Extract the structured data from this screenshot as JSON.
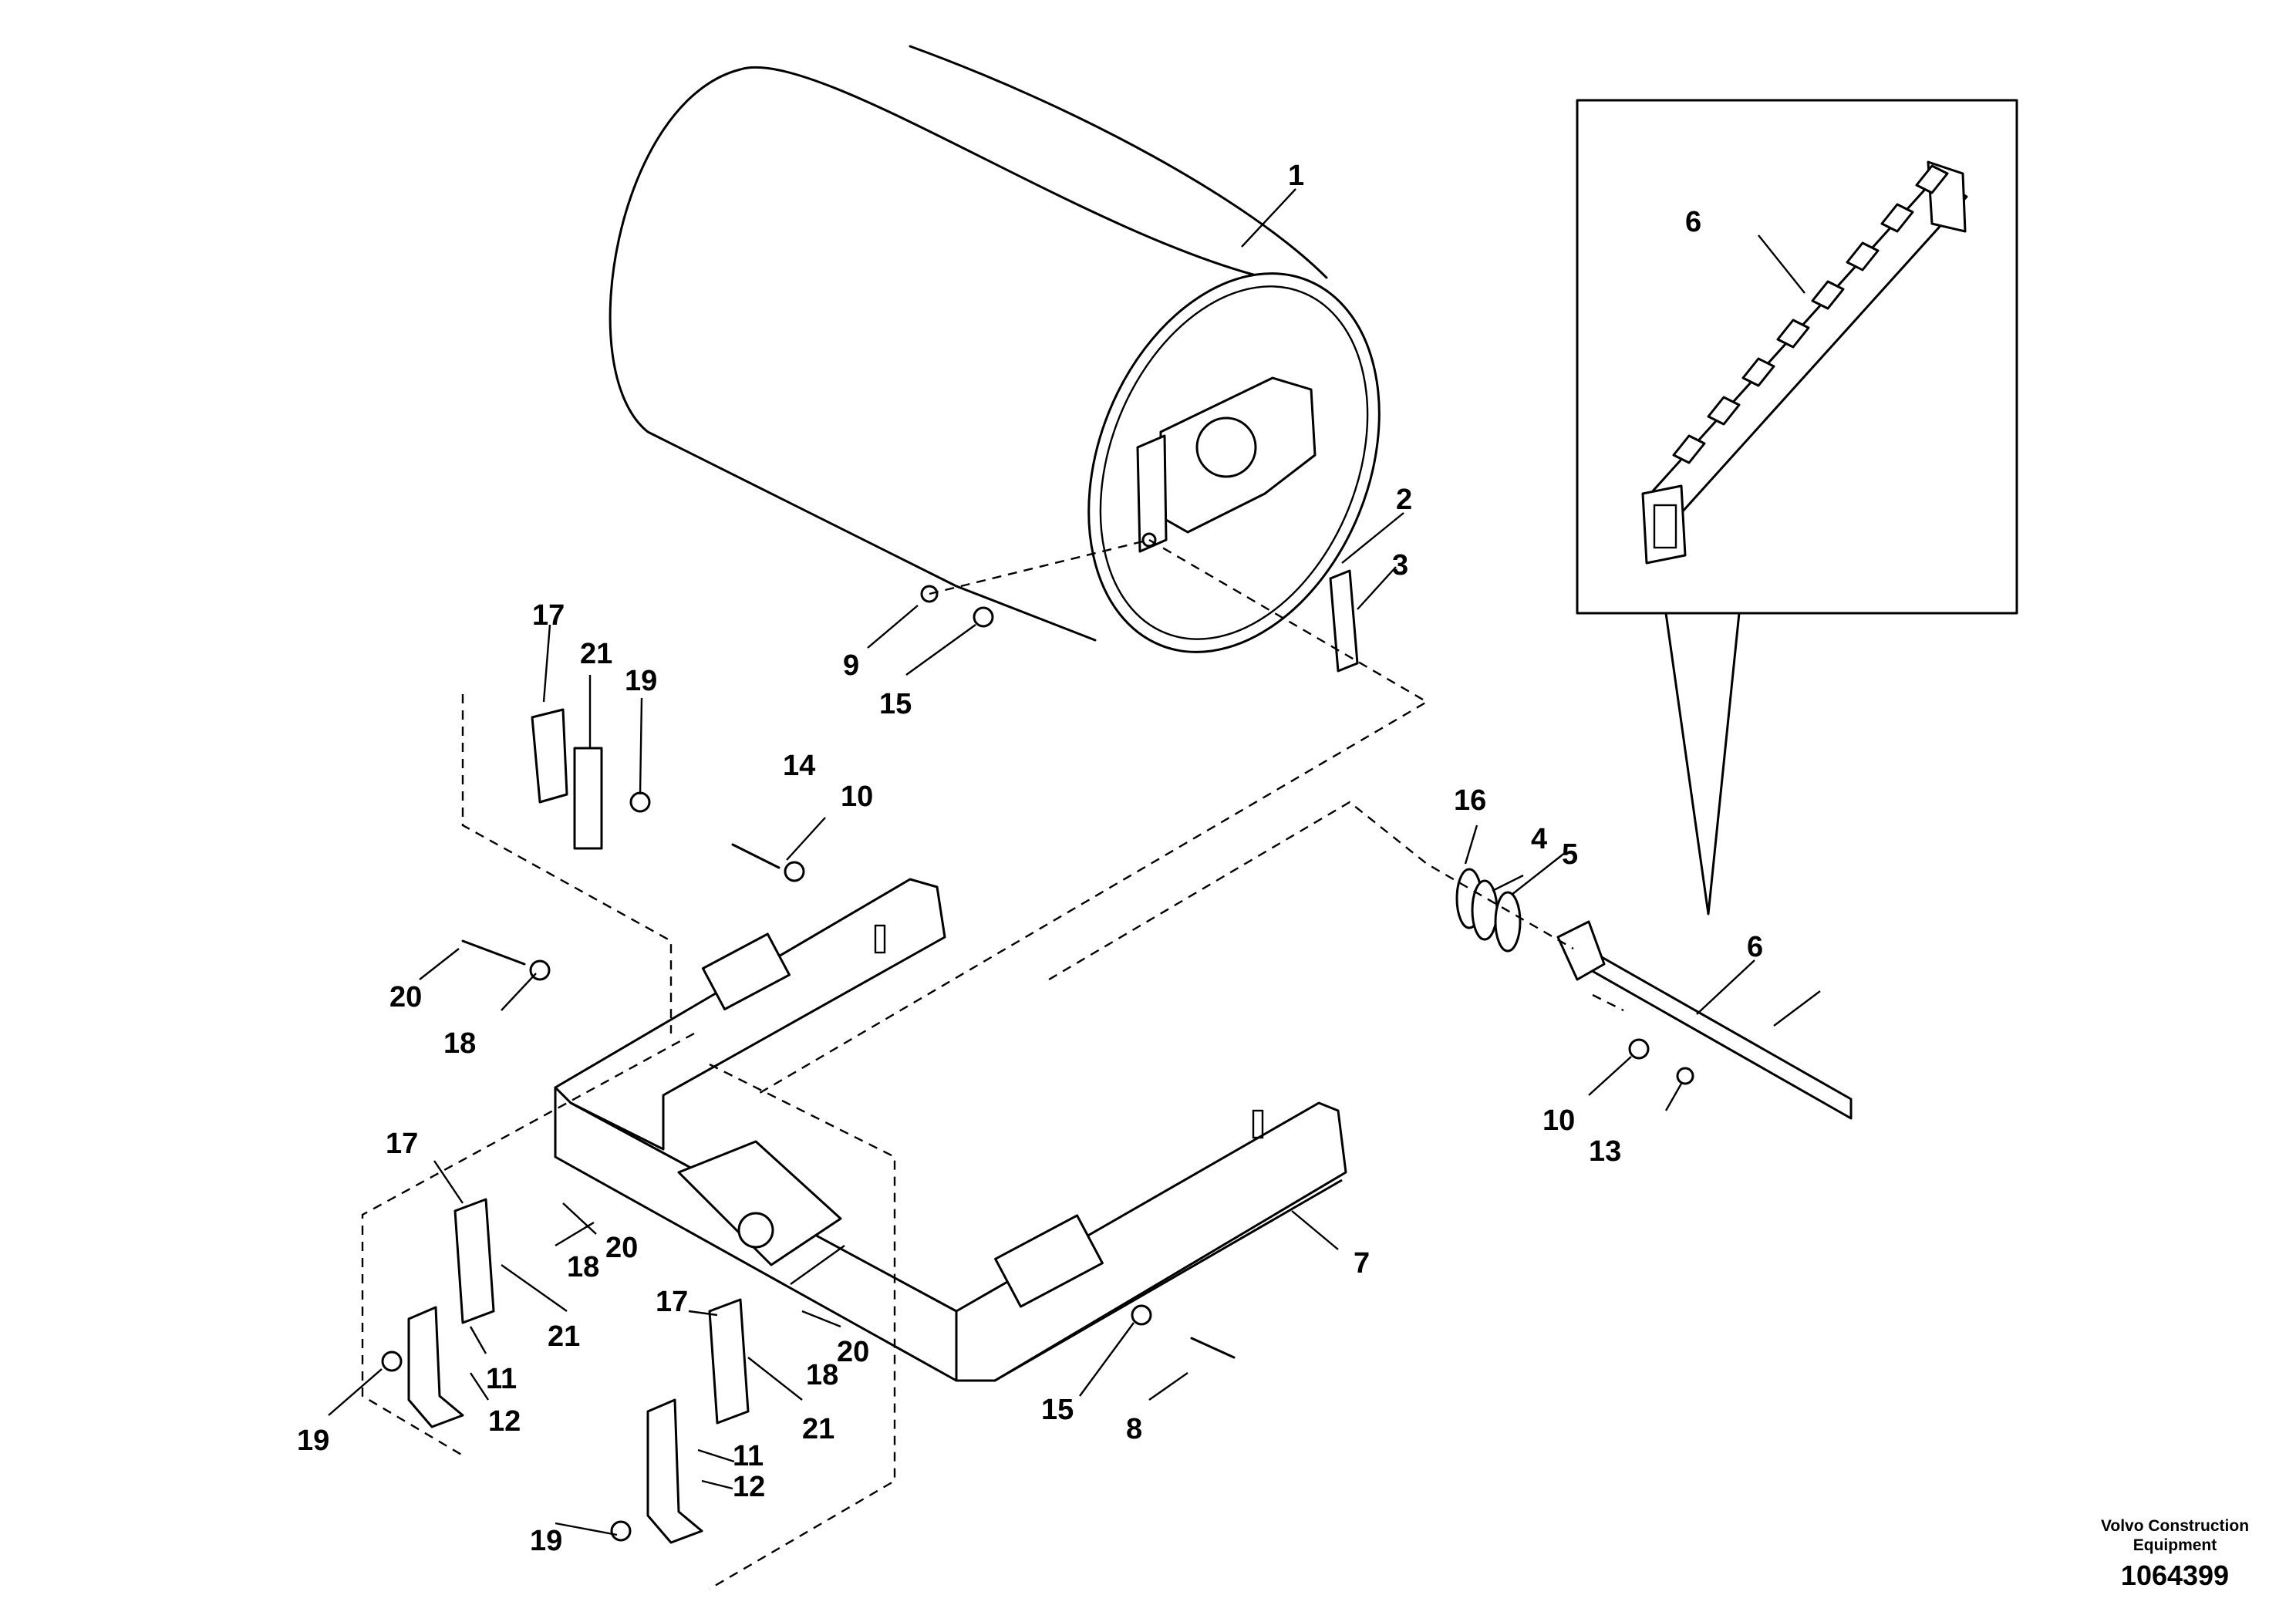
{
  "callouts": [
    {
      "id": "c1",
      "text": "1"
    },
    {
      "id": "c2",
      "text": "2"
    },
    {
      "id": "c3",
      "text": "3"
    },
    {
      "id": "c4",
      "text": "4"
    },
    {
      "id": "c5",
      "text": "5"
    },
    {
      "id": "c6a",
      "text": "6"
    },
    {
      "id": "c6b",
      "text": "6"
    },
    {
      "id": "c7",
      "text": "7"
    },
    {
      "id": "c8",
      "text": "8"
    },
    {
      "id": "c9",
      "text": "9"
    },
    {
      "id": "c10a",
      "text": "10"
    },
    {
      "id": "c10b",
      "text": "10"
    },
    {
      "id": "c11a",
      "text": "11"
    },
    {
      "id": "c11b",
      "text": "11"
    },
    {
      "id": "c12a",
      "text": "12"
    },
    {
      "id": "c12b",
      "text": "12"
    },
    {
      "id": "c13",
      "text": "13"
    },
    {
      "id": "c14",
      "text": "14"
    },
    {
      "id": "c15a",
      "text": "15"
    },
    {
      "id": "c15b",
      "text": "15"
    },
    {
      "id": "c16",
      "text": "16"
    },
    {
      "id": "c17a",
      "text": "17"
    },
    {
      "id": "c17b",
      "text": "17"
    },
    {
      "id": "c17c",
      "text": "17"
    },
    {
      "id": "c18a",
      "text": "18"
    },
    {
      "id": "c18b",
      "text": "18"
    },
    {
      "id": "c18c",
      "text": "18"
    },
    {
      "id": "c19a",
      "text": "19"
    },
    {
      "id": "c19b",
      "text": "19"
    },
    {
      "id": "c19c",
      "text": "19"
    },
    {
      "id": "c20a",
      "text": "20"
    },
    {
      "id": "c20b",
      "text": "20"
    },
    {
      "id": "c20c",
      "text": "20"
    },
    {
      "id": "c21a",
      "text": "21"
    },
    {
      "id": "c21b",
      "text": "21"
    },
    {
      "id": "c21c",
      "text": "21"
    }
  ],
  "footer": {
    "brand_line1": "Volvo Construction",
    "brand_line2": "Equipment",
    "doc_number": "1064399"
  }
}
